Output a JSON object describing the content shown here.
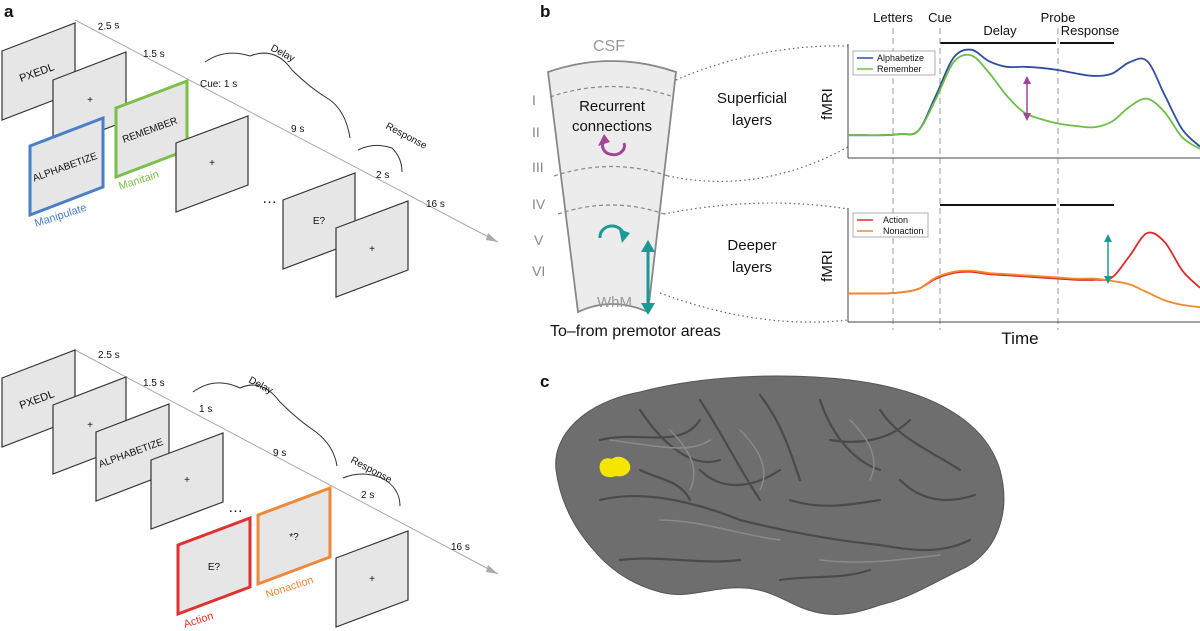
{
  "panels": {
    "a": "a",
    "b": "b",
    "c": "c"
  },
  "panel_a_top": {
    "cards": {
      "letters": "PXEDL",
      "fix1": "+",
      "alphabetize": "ALPHABETIZE",
      "remember": "REMEMBER",
      "fix2": "+",
      "probe": "E?",
      "fix3": "+"
    },
    "labels": {
      "manipulate": "Manipulate",
      "maintain": "Manitain",
      "dots": "…"
    },
    "timing": {
      "t1": "2.5 s",
      "t2": "1.5 s",
      "cue": "Cue: 1 s",
      "delay": "Delay",
      "t_delay": "9 s",
      "response": "Response",
      "t_resp": "2 s",
      "t_total": "16 s"
    },
    "colors": {
      "alphabetize": "#4a7fc8",
      "remember": "#7cbf48"
    }
  },
  "panel_a_bottom": {
    "cards": {
      "letters": "PXEDL",
      "fix1": "+",
      "alphabetize": "ALPHABETIZE",
      "fix2": "+",
      "action": "E?",
      "nonaction": "*?",
      "fix3": "+"
    },
    "labels": {
      "action": "Action",
      "nonaction": "Nonaction",
      "dots": "…"
    },
    "timing": {
      "t1": "2.5 s",
      "t2": "1.5 s",
      "cue": "1 s",
      "delay": "Delay",
      "t_delay": "9 s",
      "response": "Response",
      "t_resp": "2 s",
      "t_total": "16 s"
    },
    "colors": {
      "action": "#e03030",
      "nonaction": "#f0883a"
    }
  },
  "panel_b": {
    "column": {
      "csf": "CSF",
      "whm": "WhM",
      "layers": [
        "I",
        "II",
        "III",
        "IV",
        "V",
        "VI"
      ],
      "recurrent": [
        "Recurrent",
        "connections"
      ],
      "premotor": "To–from premotor areas"
    },
    "superficial_label": [
      "Superficial",
      "layers"
    ],
    "deeper_label": [
      "Deeper",
      "layers"
    ],
    "phases": {
      "letters": "Letters",
      "cue": "Cue",
      "delay": "Delay",
      "probe": "Probe",
      "response": "Response"
    },
    "ylabel": "fMRI",
    "xlabel": "Time",
    "colors": {
      "alphabetize": "#2f4f9f",
      "remember": "#6abf45",
      "action": "#e02a2a",
      "nonaction": "#f08a2a",
      "arrow_top": "#a0459a",
      "arrow_bottom": "#1a9a94"
    }
  },
  "chart_data": [
    {
      "type": "line",
      "title": "",
      "xlabel": "",
      "ylabel": "fMRI",
      "x": [
        0,
        1,
        2,
        3,
        4,
        5,
        6,
        7,
        8,
        9,
        10,
        11,
        12,
        13,
        14,
        15,
        16,
        17,
        18,
        19,
        20
      ],
      "xlim": [
        0,
        20
      ],
      "ylim": [
        0,
        1
      ],
      "series": [
        {
          "name": "Alphabetize",
          "values": [
            0.2,
            0.2,
            0.2,
            0.21,
            0.24,
            0.55,
            0.88,
            0.95,
            0.85,
            0.8,
            0.8,
            0.79,
            0.77,
            0.74,
            0.72,
            0.74,
            0.84,
            0.85,
            0.55,
            0.25,
            0.1
          ]
        },
        {
          "name": "Remember",
          "values": [
            0.2,
            0.2,
            0.2,
            0.21,
            0.24,
            0.52,
            0.84,
            0.9,
            0.75,
            0.55,
            0.4,
            0.34,
            0.3,
            0.28,
            0.27,
            0.32,
            0.45,
            0.52,
            0.4,
            0.18,
            0.08
          ]
        }
      ]
    },
    {
      "type": "line",
      "title": "",
      "xlabel": "Time",
      "ylabel": "fMRI",
      "x": [
        0,
        1,
        2,
        3,
        4,
        5,
        6,
        7,
        8,
        9,
        10,
        11,
        12,
        13,
        14,
        15,
        16,
        17,
        18,
        19,
        20
      ],
      "xlim": [
        0,
        20
      ],
      "ylim": [
        0,
        1
      ],
      "series": [
        {
          "name": "Action",
          "values": [
            0.25,
            0.25,
            0.25,
            0.26,
            0.29,
            0.38,
            0.43,
            0.44,
            0.42,
            0.41,
            0.4,
            0.39,
            0.38,
            0.37,
            0.37,
            0.39,
            0.58,
            0.78,
            0.7,
            0.45,
            0.3
          ]
        },
        {
          "name": "Nonaction",
          "values": [
            0.25,
            0.25,
            0.25,
            0.26,
            0.29,
            0.39,
            0.44,
            0.45,
            0.43,
            0.42,
            0.41,
            0.4,
            0.39,
            0.38,
            0.38,
            0.36,
            0.33,
            0.26,
            0.19,
            0.15,
            0.13
          ]
        }
      ]
    }
  ]
}
